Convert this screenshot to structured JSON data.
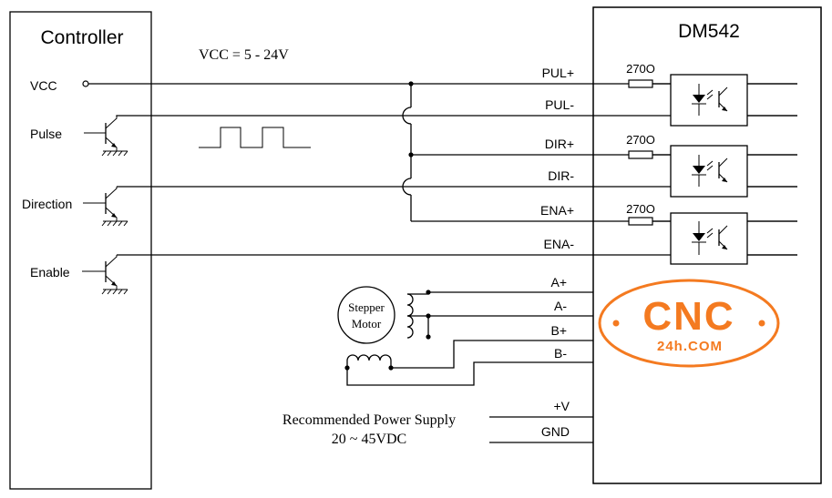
{
  "controller": {
    "title": "Controller",
    "vcc_label": "VCC",
    "pulse_label": "Pulse",
    "direction_label": "Direction",
    "enable_label": "Enable"
  },
  "vcc_note": "VCC = 5 - 24V",
  "driver": {
    "title": "DM542",
    "pins": {
      "pul_plus": "PUL+",
      "pul_minus": "PUL-",
      "dir_plus": "DIR+",
      "dir_minus": "DIR-",
      "ena_plus": "ENA+",
      "ena_minus": "ENA-",
      "a_plus": "A+",
      "a_minus": "A-",
      "b_plus": "B+",
      "b_minus": "B-",
      "v_plus": "+V",
      "gnd": "GND"
    },
    "resistor_value": "270O"
  },
  "motor": {
    "line1": "Stepper",
    "line2": "Motor"
  },
  "power_supply": {
    "line1": "Recommended Power Supply",
    "line2": "20 ~ 45VDC"
  },
  "logo": {
    "main": "CNC",
    "sub": "24h.COM",
    "color": "#f47a20"
  }
}
